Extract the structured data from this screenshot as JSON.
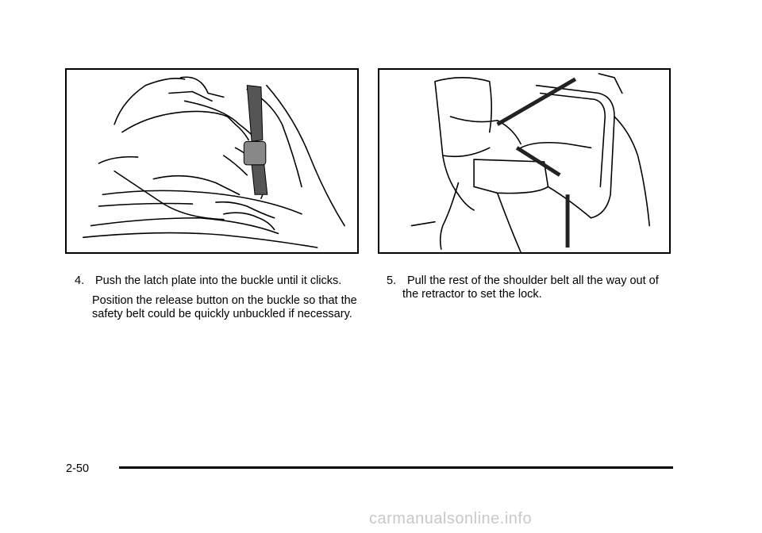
{
  "figures": [
    {
      "name": "latch-plate-into-buckle"
    },
    {
      "name": "pulling-shoulder-belt-out"
    }
  ],
  "steps": {
    "step4": {
      "number": "4.",
      "text": "Push the latch plate into the buckle until it clicks.",
      "detail": "Position the release button on the buckle so that the safety belt could be quickly unbuckled if necessary."
    },
    "step5": {
      "number": "5.",
      "text": "Pull the rest of the shoulder belt all the way out of",
      "continuation": "the retractor to set the lock."
    }
  },
  "footer": {
    "page_number": "2-50"
  },
  "watermark": "carmanualsonline.info"
}
